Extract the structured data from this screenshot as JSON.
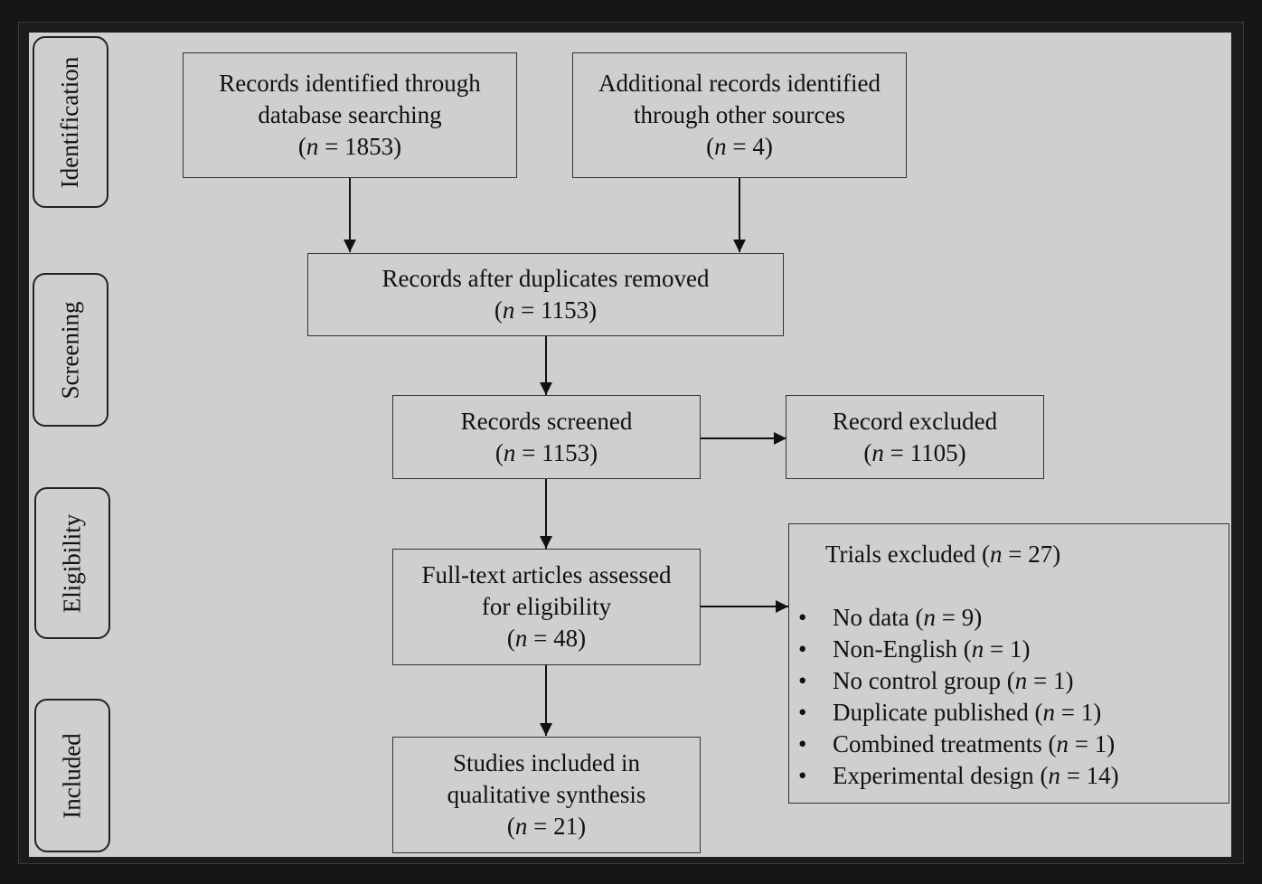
{
  "phases": [
    {
      "label": "Identification"
    },
    {
      "label": "Screening"
    },
    {
      "label": "Eligibility"
    },
    {
      "label": "Included"
    }
  ],
  "boxes": {
    "database": {
      "line1": "Records identified through",
      "line2": "database searching",
      "n": "1853"
    },
    "other": {
      "line1": "Additional records identified",
      "line2": "through other sources",
      "n": "4"
    },
    "dedup": {
      "line1": "Records after duplicates removed",
      "n": "1153"
    },
    "screened": {
      "line1": "Records screened",
      "n": "1153"
    },
    "excluded": {
      "line1": "Record excluded",
      "n": "1105"
    },
    "fulltext": {
      "line1": "Full-text articles assessed",
      "line2": "for eligibility",
      "n": "48"
    },
    "included": {
      "line1": "Studies included in",
      "line2": "qualitative synthesis",
      "n": "21"
    }
  },
  "trials_excluded": {
    "title": "Trials excluded",
    "n": "27",
    "items": [
      {
        "label": "No data",
        "n": "9"
      },
      {
        "label": "Non-English",
        "n": "1"
      },
      {
        "label": "No control group",
        "n": "1"
      },
      {
        "label": "Duplicate published",
        "n": "1"
      },
      {
        "label": "Combined treatments",
        "n": "1"
      },
      {
        "label": "Experimental design",
        "n": "14"
      }
    ]
  },
  "colors": {
    "background": "#cfcfcf",
    "stroke": "#333333",
    "outer": "#161616"
  }
}
